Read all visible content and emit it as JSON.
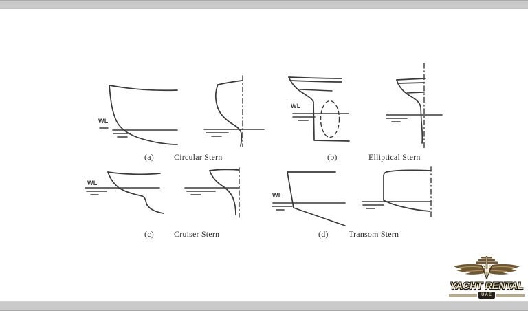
{
  "colors": {
    "frame_bar": "#cacaca",
    "canvas": "#ffffff",
    "ink": "#3a3a3a",
    "caption_ink": "#2e2e2e",
    "logo_gold_dark": "#6e5731",
    "logo_gold_light": "#b49a62",
    "logo_cream": "#ece2c4",
    "logo_outline": "#1c1910"
  },
  "figure": {
    "panels": [
      {
        "label": "(a)",
        "name": "Circular Stern",
        "waterline": "WL"
      },
      {
        "label": "(b)",
        "name": "Elliptical Stern",
        "waterline": "WL"
      },
      {
        "label": "(c)",
        "name": "Cruiser Stern",
        "waterline": "WL"
      },
      {
        "label": "(d)",
        "name": "Transom Stern",
        "waterline": "WL"
      }
    ]
  },
  "logo": {
    "brand": "YACHT RENTAL",
    "badge": "UAE"
  }
}
